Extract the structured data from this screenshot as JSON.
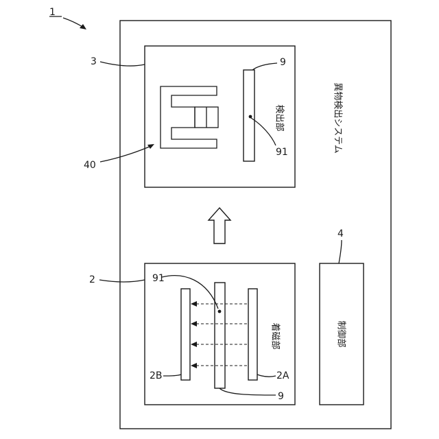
{
  "figure": {
    "ref_system": "1",
    "system_label": "異物検出システム",
    "magnetize_unit": {
      "ref": "2",
      "label": "着磁部",
      "ref_a": "2A",
      "ref_b": "2B"
    },
    "detect_unit": {
      "ref": "3",
      "label": "検出部"
    },
    "control_unit": {
      "ref": "4",
      "label": "制御部"
    },
    "magnet_array_ref": "40",
    "object_ref": "9",
    "object_ref_lower": "9",
    "foreign_ref_detect": "91",
    "foreign_ref_magnet": "91"
  },
  "colors": {
    "line": "#1a1a1a",
    "background": "#ffffff"
  }
}
